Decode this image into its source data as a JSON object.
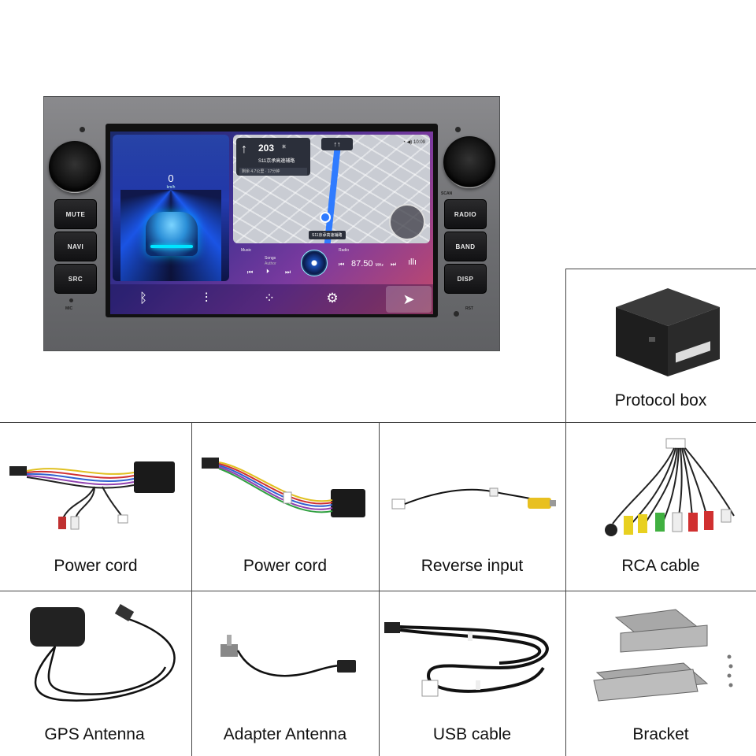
{
  "head_unit": {
    "left_buttons": [
      "MUTE",
      "NAVI",
      "SRC"
    ],
    "right_buttons": [
      "RADIO",
      "BAND",
      "DISP"
    ],
    "mic_label": "MIC",
    "rst_label": "RST",
    "scan_label": "SCAN",
    "screen": {
      "speed": "0",
      "speed_unit": "km/h",
      "nav_distance": "203",
      "nav_distance_unit": "米",
      "nav_road": "S11京承高速辅路",
      "nav_sub": "剩余 4.7公里 · 17分钟",
      "time": "10:09",
      "road_tag": "S11京承高速辅路",
      "music_label": "Music",
      "song_label": "Songs",
      "artist_label": "Author",
      "radio_label": "Radio",
      "frequency": "87.50",
      "frequency_unit": "MHz"
    }
  },
  "accessories": [
    {
      "label": "Protocol box"
    },
    {
      "label": "Power cord"
    },
    {
      "label": "Power cord"
    },
    {
      "label": "Reverse input"
    },
    {
      "label": "RCA cable"
    },
    {
      "label": "GPS Antenna"
    },
    {
      "label": "Adapter Antenna"
    },
    {
      "label": "USB cable"
    },
    {
      "label": "Bracket"
    }
  ],
  "icons": [
    "bluetooth-icon",
    "equalizer-icon",
    "apps-grid-icon",
    "settings-gear-icon",
    "navigation-arrow-icon"
  ],
  "colors": {
    "panel": "#6d6e71",
    "buttons": "#1a1a1c",
    "grid_lines": "#444444"
  }
}
